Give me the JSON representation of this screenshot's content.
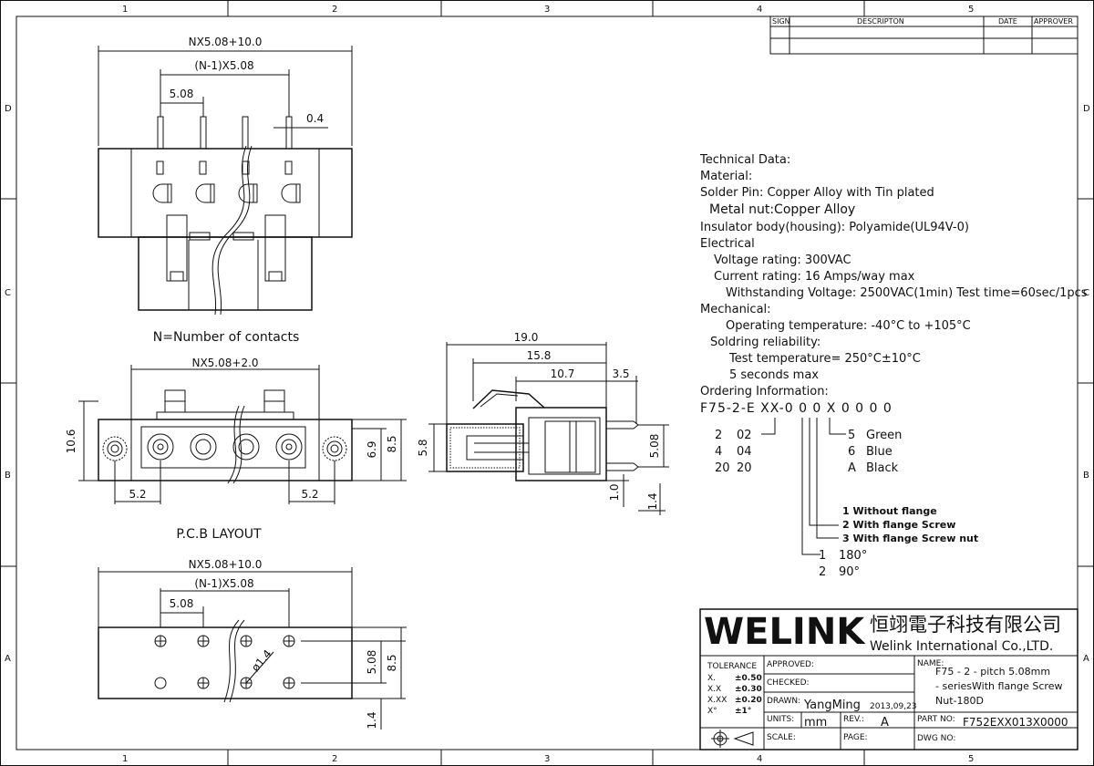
{
  "frame": {
    "columns": [
      "1",
      "2",
      "3",
      "4",
      "5"
    ],
    "rows": [
      "D",
      "C",
      "B",
      "A"
    ]
  },
  "revision_table": {
    "sign": "SIGN",
    "description": "DESCRIPTON",
    "date": "DATE",
    "approver": "APPROVER"
  },
  "top_view": {
    "dim_total": "NX5.08+10.0",
    "dim_pitch_span": "(N-1)X5.08",
    "dim_pitch": "5.08",
    "dim_pin": "0.4",
    "caption": "N=Number of contacts"
  },
  "front_view": {
    "dim_total": "NX5.08+2.0",
    "dim_height": "10.6",
    "dim_right_1": "6.9",
    "dim_right_2": "8.5",
    "dim_left_offset": "5.2",
    "dim_right_offset": "5.2",
    "caption": "P.C.B LAYOUT"
  },
  "side_view": {
    "dim_total": "19.0",
    "dim_2": "15.8",
    "dim_3": "10.7",
    "dim_4": "3.5",
    "dim_left": "5.8",
    "dim_right": "5.08",
    "dim_bottom_1": "1.0",
    "dim_bottom_2": "1.4"
  },
  "pcb_view": {
    "dim_total": "NX5.08+10.0",
    "dim_pitch_span": "(N-1)X5.08",
    "dim_pitch": "5.08",
    "dim_hole": "ø1.4",
    "dim_right_1": "5.08",
    "dim_right_2": "8.5",
    "dim_bottom": "1.4"
  },
  "tech": {
    "lines": [
      "Technical Data:",
      "Material:",
      "Solder Pin: Copper Alloy with Tin plated",
      "Metal nut:Copper Alloy",
      "Insulator body(housing): Polyamide(UL94V-0)",
      "Electrical",
      "Voltage rating: 300VAC",
      "Current rating: 16 Amps/way max",
      "Withstanding Voltage: 2500VAC(1min) Test time=60sec/1pcs",
      "Mechanical:",
      "Operating temperature: -40°C to +105°C",
      "Soldring reliability:",
      "Test temperature= 250°C±10°C",
      "5 seconds max",
      "Ordering Information:"
    ],
    "part_code": "F75-2-E XX-0 0 0 X 0 0 0 0",
    "contacts": [
      [
        "2",
        "02"
      ],
      [
        "4",
        "04"
      ],
      [
        "20",
        "20"
      ]
    ],
    "colors": [
      [
        "5",
        "Green"
      ],
      [
        "6",
        "Blue"
      ],
      [
        "A",
        "Black"
      ]
    ],
    "flange": [
      "1  Without flange",
      "2  With flange Screw",
      "3  With flange Screw nut"
    ],
    "angle": [
      [
        "1",
        "180°"
      ],
      [
        "2",
        "90°"
      ]
    ]
  },
  "title_block": {
    "brand": "WELINK",
    "company_cn": "恒翊電子科技有限公司",
    "company_en": "Welink International Co.,LTD.",
    "tolerance_label": "TOLERANCE",
    "tolerances": [
      [
        "X.",
        "±0.50"
      ],
      [
        "X.X",
        "±0.30"
      ],
      [
        "X.XX",
        "±0.20"
      ],
      [
        "X°",
        "±1°"
      ]
    ],
    "approved_label": "APPROVED:",
    "checked_label": "CHECKED:",
    "drawn_label": "DRAWN:",
    "drawn_by": "YangMing",
    "drawn_date": "2013,09,23",
    "units_label": "UNITS:",
    "units": "mm",
    "rev_label": "REV.:",
    "rev": "A",
    "scale_label": "SCALE:",
    "page_label": "PAGE:",
    "name_label": "NAME:",
    "name_lines": [
      "F75 - 2 - pitch 5.08mm",
      "- seriesWith flange Screw",
      "Nut-180D"
    ],
    "part_label": "PART NO:",
    "part_no": "F752EXX013X0000",
    "dwg_label": "DWG NO:"
  },
  "colors": {
    "line": "#111111",
    "background": "#ffffff"
  }
}
